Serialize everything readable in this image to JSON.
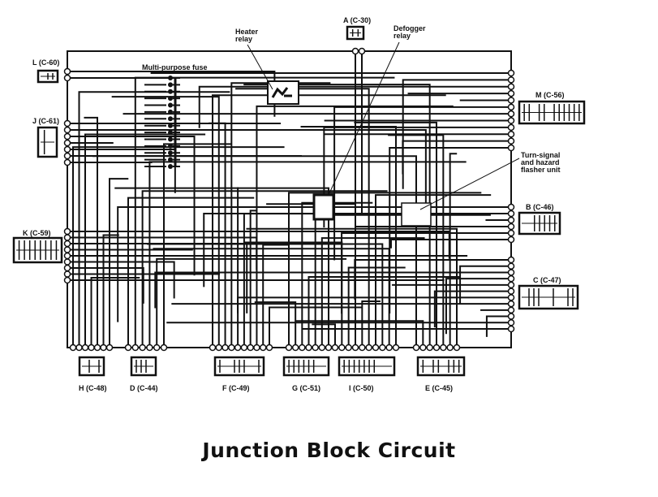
{
  "title": "Junction Block Circuit",
  "components": {
    "heater_relay": "Heater\nrelay",
    "defogger_relay": "Defogger\nrelay",
    "multi_purpose_fuse": "Multi-purpose fuse",
    "flasher_unit": "Turn-signal\nand hazard\nflasher unit"
  },
  "connectors": {
    "A": "A (C-30)",
    "L": "L (C-60)",
    "J": "J (C-61)",
    "K": "K (C-59)",
    "M": "M (C-56)",
    "B": "B (C-46)",
    "C": "C (C-47)",
    "H": "H (C-48)",
    "D": "D (C-44)",
    "F": "F (C-49)",
    "G": "G (C-51)",
    "I": "I (C-50)",
    "E": "E (C-45)"
  },
  "colors": {
    "ink": "#111111",
    "background": "#ffffff"
  }
}
